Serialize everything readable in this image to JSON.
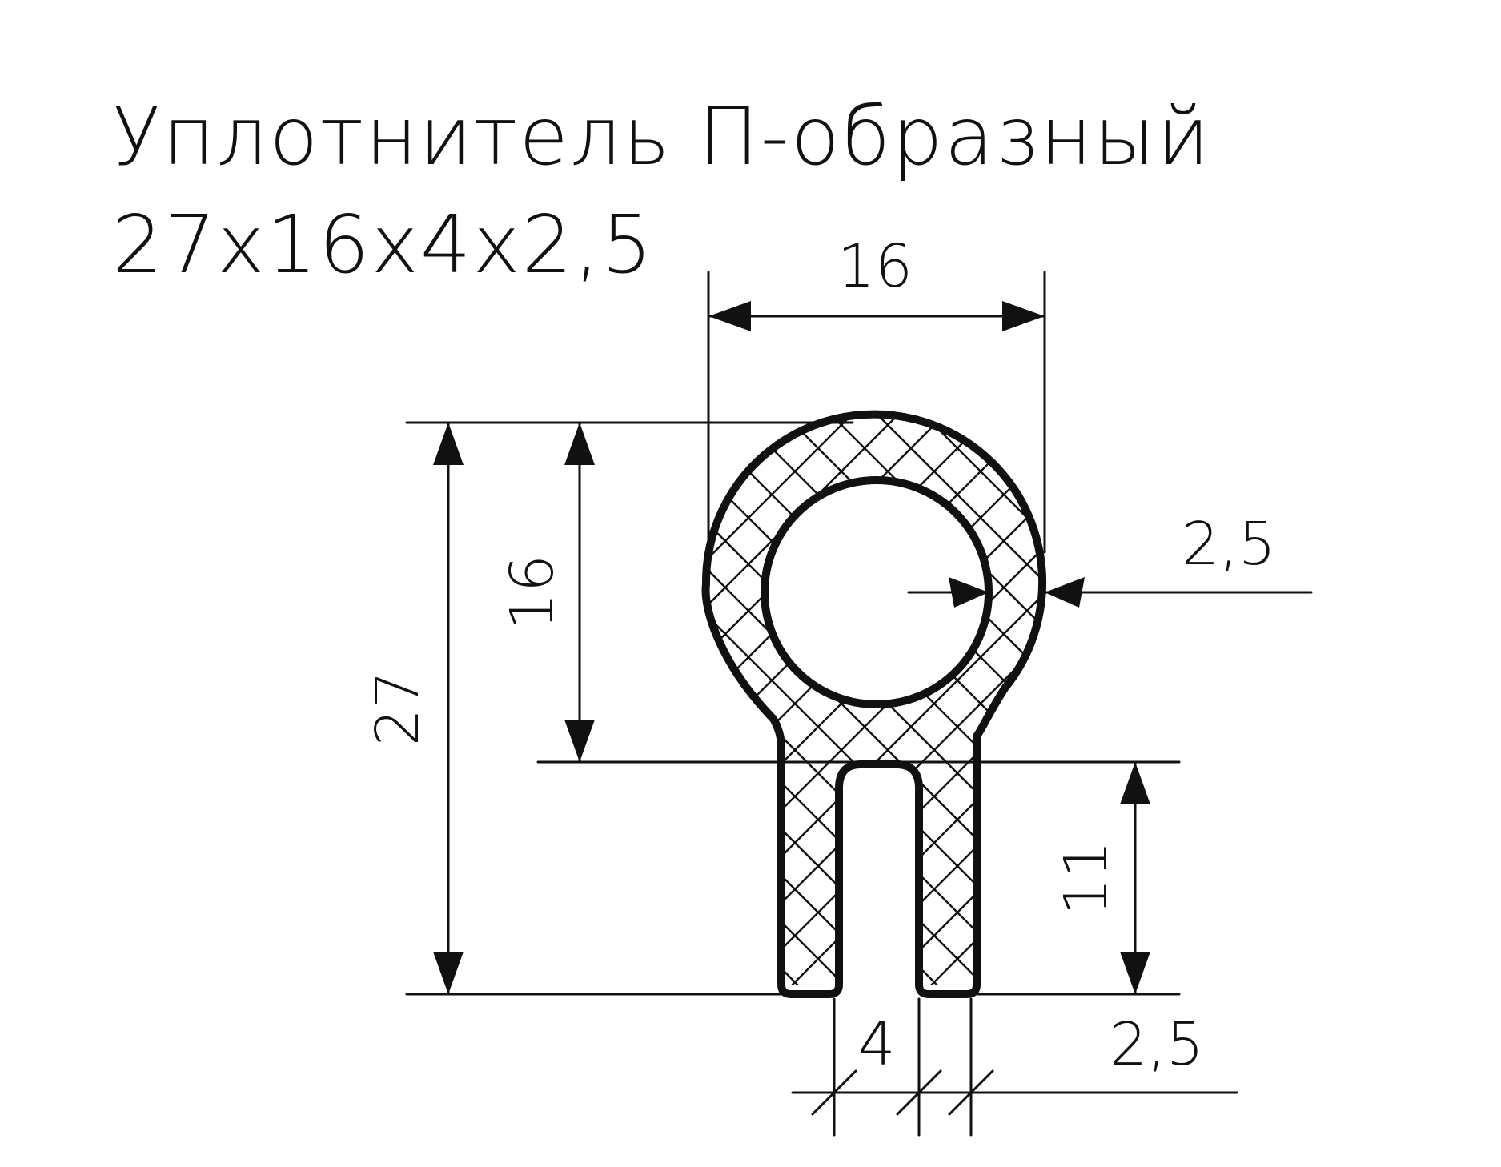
{
  "title": {
    "line1": "Уплотнитель П-образный",
    "line2": "27x16x4x2,5"
  },
  "dimensions": {
    "outer_width": "16",
    "bulb_height": "16",
    "total_height": "27",
    "leg_height": "11",
    "wall_thickness_bulb": "2,5",
    "wall_thickness_leg": "2,5",
    "slot_width": "4"
  },
  "colors": {
    "line": "#111111",
    "background": "#ffffff"
  }
}
